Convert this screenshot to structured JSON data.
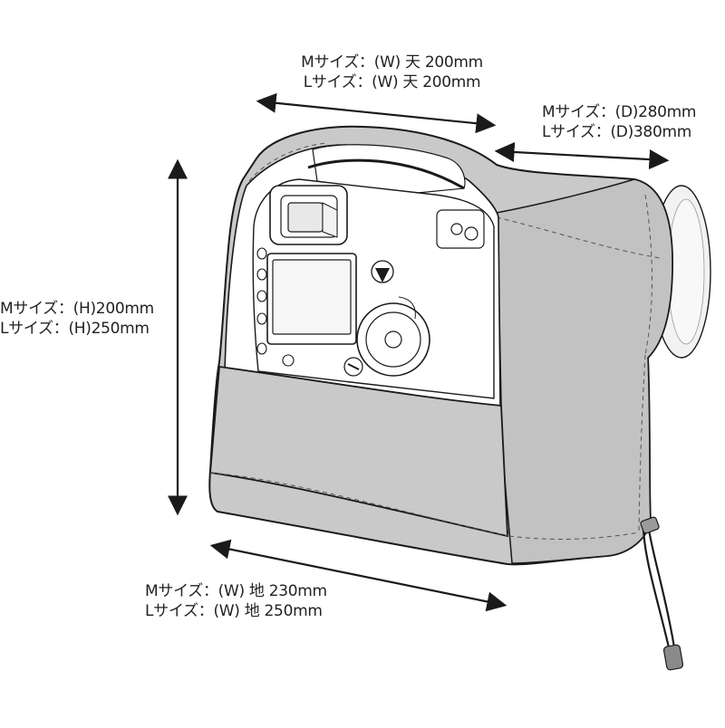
{
  "dimensions": {
    "top_width": {
      "m": "Mサイズ：(W) 天 200mm",
      "l": "Lサイズ：(W) 天 200mm"
    },
    "depth": {
      "m": "Mサイズ：(D)280mm",
      "l": "Lサイズ：(D)380mm"
    },
    "height": {
      "m": "Mサイズ：(H)200mm",
      "l": "Lサイズ：(H)250mm"
    },
    "bottom_width": {
      "m": "Mサイズ：(W) 地 230mm",
      "l": "Lサイズ：(W) 地 250mm"
    }
  },
  "colors": {
    "cover": "#c9c9c9",
    "cover_dark": "#b8b8b8",
    "outline": "#1a1a1a",
    "camera_body": "#ffffff"
  }
}
